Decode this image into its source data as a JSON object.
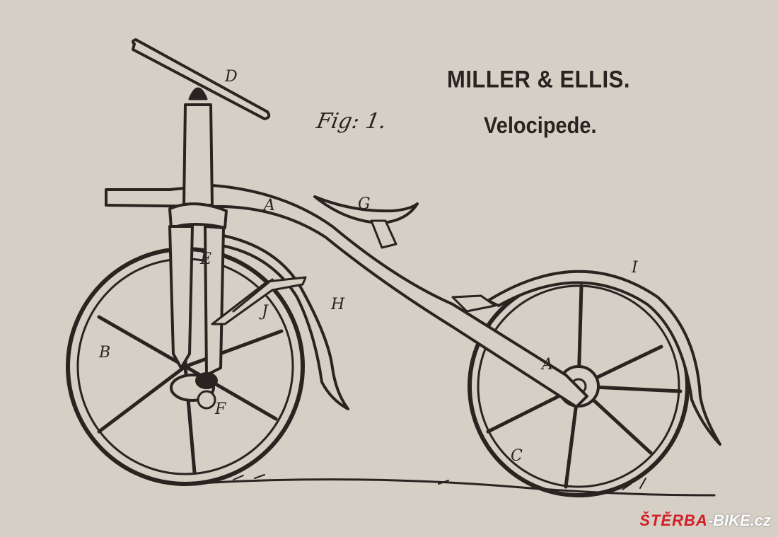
{
  "title": "MILLER & ELLIS.",
  "subtitle": "Velocipede.",
  "figure_label": "Fig: 1.",
  "part_labels": {
    "D": "D",
    "A_upper": "A",
    "G": "G",
    "E": "E",
    "J": "J",
    "H": "H",
    "I": "I",
    "B": "B",
    "A_lower": "A",
    "F": "F",
    "C": "C"
  },
  "watermark": {
    "brand": "ŠTĚRBA",
    "suffix": "-BIKE.cz",
    "brand_color": "#d21d24"
  }
}
